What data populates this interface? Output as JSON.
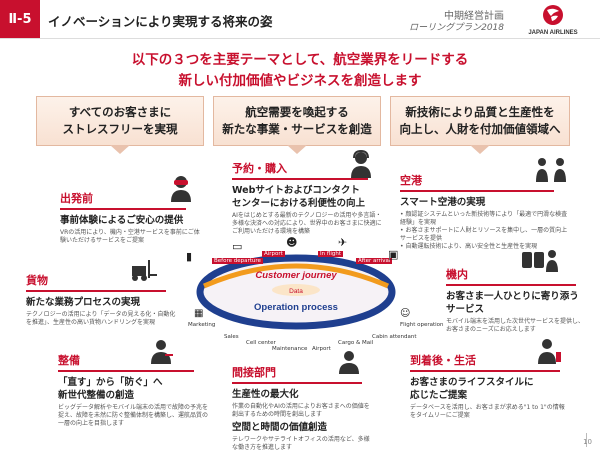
{
  "header": {
    "section_badge": "Ⅱ-5",
    "title": "イノベーションにより実現する将来の姿",
    "plan_title": "中期経営計画",
    "plan_subtitle": "ローリングプラン2018",
    "logo_text": "JAPAN AIRLINES"
  },
  "headline": {
    "line1": "以下の３つを主要テーマとして、航空業界をリードする",
    "line2": "新しい付加価値やビジネスを創造します"
  },
  "themes": [
    {
      "line1": "すべてのお客さまに",
      "line2": "ストレスフリーを実現"
    },
    {
      "line1": "航空需要を喚起する",
      "line2": "新たな事業・サービスを創造"
    },
    {
      "line1": "新技術により品質と生産性を",
      "line2": "向上し、人財を付加価値領域へ"
    }
  ],
  "sections": {
    "departure": {
      "title": "出発前",
      "head": "事前体験によるご安心の提供",
      "body": "VRの活用により、機内・空港サービスを事前にご体験いただけるサービスをご提案"
    },
    "booking": {
      "title": "予約・購入",
      "head1": "Webサイトおよびコンタクト",
      "head2": "センターにおける利便性の向上",
      "body": "AIをはじめとする最新のテクノロジーの活用や多言語・多様な決済への対応により、世界中のお客さまに快適にご利用いただける環境を構築"
    },
    "airport": {
      "title": "空港",
      "head": "スマート空港の実現",
      "bullets": [
        "顔認証システムといった新技術等により「最適で円滑な検査経験」を実現",
        "お客さまサポートに人財とリソースを集中し、一層の質向上サービスを提供",
        "自動運転技術により、高い安全性と生産性を実現"
      ]
    },
    "cargo": {
      "title": "貨物",
      "head": "新たな業務プロセスの実現",
      "body": "テクノロジーの活用により「データの見える化・自動化を推進」、生産性の高い貨物ハンドリングを実現"
    },
    "inflight": {
      "title": "機内",
      "head1": "お客さま一人ひとりに寄り添う",
      "head2": "サービス",
      "body": "モバイル端末を活用した次世代サービスを提供し、お客さまのニーズにお応えします"
    },
    "maintenance": {
      "title": "整備",
      "head1": "「直す」から「防ぐ」へ",
      "head2": "新世代整備の創造",
      "body": "ビッグデータ解析やモバイル端末の活用で故障の予兆を捉え、故障を未然に防ぐ整備体制を構築し、運航品質の一層の向上を目指します"
    },
    "indirect": {
      "title": "間接部門",
      "head": "生産性の最大化",
      "body1": "作業の自動化やAIの活用によりお客さまへの価値を創出するための時間を創出します",
      "head2": "空間と時間の価値創造",
      "body2": "テレワークやサテライトオフィスの活用など、多様な働き方を推進します"
    },
    "arrival": {
      "title": "到着後・生活",
      "head1": "お客さまのライフスタイルに",
      "head2": "応じたご提案",
      "body": "データベースを活用し、お客さまが求める\"1 to 1\"の情報をタイムリーにご提案"
    }
  },
  "diagram": {
    "center_title": "Customer journey",
    "center_data": "Data",
    "center_bottom": "Operation process",
    "journey_steps": [
      "Before departure",
      "Airport",
      "In flight",
      "After arrival"
    ],
    "ops_labels": [
      "Marketing",
      "Sales",
      "Cell center",
      "Maintenance",
      "Airport",
      "Cargo & Mail",
      "Cabin attendant",
      "Flight operation"
    ]
  },
  "colors": {
    "accent_red": "#c8102e",
    "ring_blue": "#1f3f8f",
    "ring_orange": "#f29b1d",
    "theme_fill": "#fbe8dc"
  },
  "page_number": "10"
}
